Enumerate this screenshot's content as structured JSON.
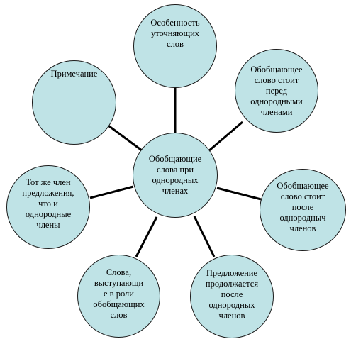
{
  "diagram": {
    "center": {
      "lines": [
        "Обобщающие",
        "слова при",
        "однородных",
        "членах"
      ]
    },
    "satellites": [
      {
        "id": "top",
        "lines": [
          "Особенность",
          "уточняющих",
          "слов"
        ]
      },
      {
        "id": "tr",
        "lines": [
          "Обобщающее",
          "слово стоит",
          "перед",
          "однородными",
          "членами"
        ]
      },
      {
        "id": "right",
        "lines": [
          "Обобщающее",
          "слово стоит",
          "после",
          "однородныч",
          "членов"
        ]
      },
      {
        "id": "br",
        "lines": [
          "Предложение",
          "продолжается",
          "после",
          "однородных",
          "членов"
        ]
      },
      {
        "id": "bl",
        "lines": [
          "Слова,",
          "выступающи",
          "е в роли",
          "обобщающих",
          "слов"
        ]
      },
      {
        "id": "left",
        "lines": [
          "Тот же член",
          "предложения,",
          "что и",
          "однородные",
          "члены"
        ]
      },
      {
        "id": "tl",
        "lines": [
          "Примечание"
        ]
      }
    ],
    "colors": {
      "node_fill": "#bfe3e6",
      "node_border": "#1a1a1a",
      "connector": "#000000",
      "text": "#000000"
    }
  }
}
